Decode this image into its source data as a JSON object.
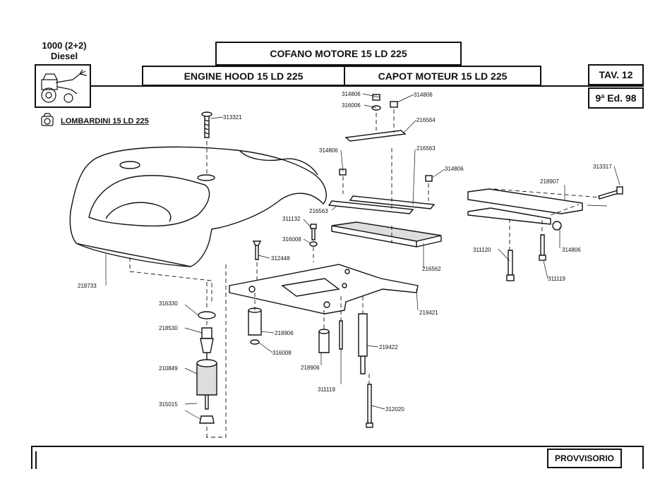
{
  "header": {
    "model_line1": "1000 (2+2)",
    "model_line2": "Diesel",
    "title_it": "COFANO MOTORE 15 LD 225",
    "title_en": "ENGINE HOOD 15 LD 225",
    "title_fr": "CAPOT MOTEUR 15 LD 225",
    "table": "TAV. 12",
    "edition": "9ª Ed. 98"
  },
  "engine_label": "LOMBARDINI 15 LD 225",
  "footer": {
    "stamp": "PROVVISORIO"
  },
  "parts": {
    "p313321": "313321",
    "p314806a": "314806",
    "p314806b": "314806",
    "p316006": "316006",
    "p216564": "216564",
    "p314806c": "314806",
    "p216563a": "216563",
    "p314806d": "314806",
    "p313317": "313317",
    "p218907": "218907",
    "p216563b": "216563",
    "p311132": "311132",
    "p316008a": "316008",
    "p312448": "312448",
    "p216562": "216562",
    "p311120": "311120",
    "p311119a": "311119",
    "p314806e": "314806",
    "p218733": "218733",
    "p219421": "219421",
    "p316330": "316330",
    "p218530": "218530",
    "p218906a": "218906",
    "p316008b": "316008",
    "p219422": "219422",
    "p210849": "210849",
    "p218906b": "218906",
    "p311119b": "311119",
    "p315015": "315015",
    "p312020": "312020"
  }
}
